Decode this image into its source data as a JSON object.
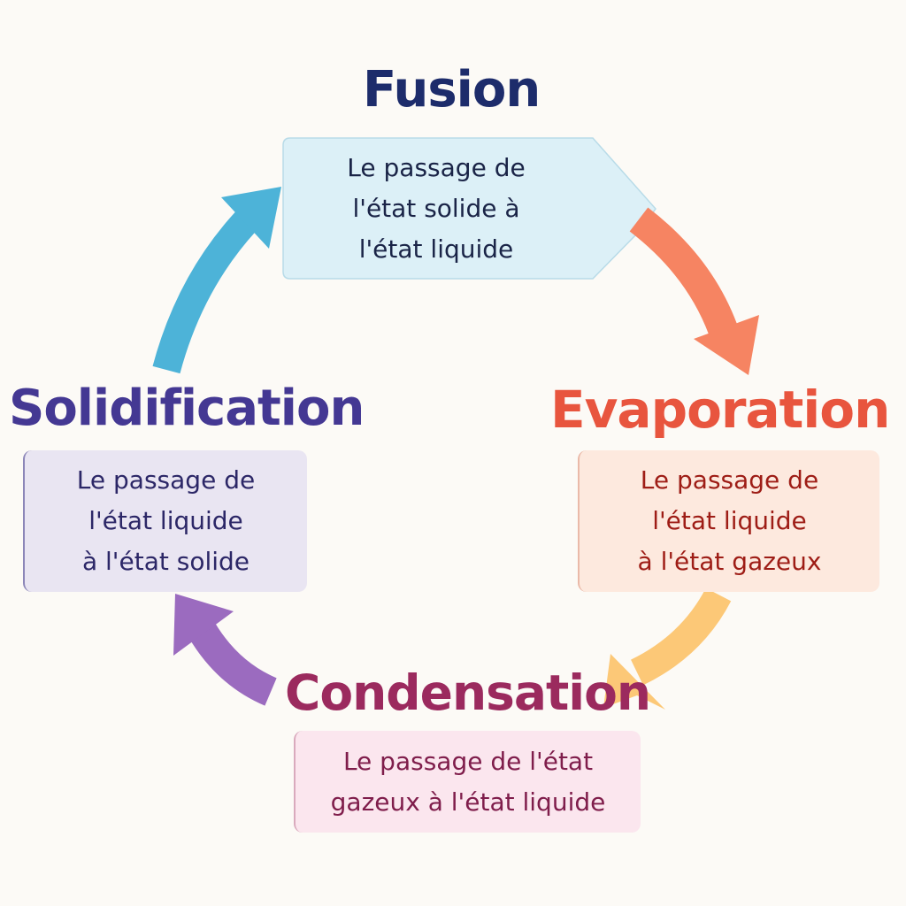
{
  "stages": {
    "fusion": {
      "title": "Fusion",
      "description": "Le passage de\nl'état solide à\nl'état liquide"
    },
    "evaporation": {
      "title": "Evaporation",
      "description": "Le passage de\nl'état liquide\nà l'état gazeux"
    },
    "condensation": {
      "title": "Condensation",
      "description": "Le passage de l'état\ngazeux à l'état liquide"
    },
    "solidification": {
      "title": "Solidification",
      "description": "Le passage de\nl'état liquide\nà l'état solide"
    }
  },
  "colors": {
    "fusion_title": "#1d2c6b",
    "fusion_box": "#dcf0f7",
    "evaporation_title": "#e8553e",
    "condensation_title": "#9b2a5e",
    "solidification_title": "#443893",
    "arrow_fusion_to_evaporation": "#f68462",
    "arrow_evaporation_to_condensation": "#fcc877",
    "arrow_condensation_to_solidification": "#9b6bbf",
    "arrow_solidification_to_fusion": "#4db3d8"
  }
}
